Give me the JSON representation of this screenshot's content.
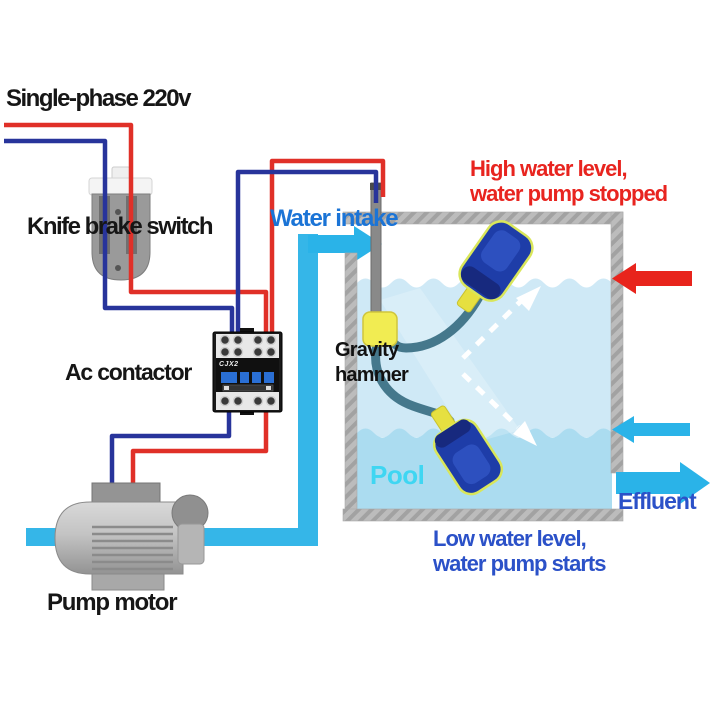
{
  "diagram": {
    "title": "Single-phase 220v",
    "labels": {
      "knife_switch": "Knife brake switch",
      "ac_contactor": "Ac contactor",
      "contactor_model": "CJX2",
      "pump_motor": "Pump motor",
      "water_intake": "Water intake",
      "gravity_hammer_line1": "Gravity",
      "gravity_hammer_line2": "hammer",
      "pool": "Pool",
      "effluent": "Effluent",
      "high_level_line1": "High water level,",
      "high_level_line2": "water pump stopped",
      "low_level_line1": "Low water level,",
      "low_level_line2": "water pump starts"
    },
    "colors": {
      "wire_live_red": "#e03028",
      "wire_neutral_blue": "#28349b",
      "pipe_cyan": "#35b6e8",
      "water_upper": "#cfe9f6",
      "water_lower": "#abdcf0",
      "wall_gray": "#bcbcbc",
      "float_navy": "#1e3da8",
      "float_border": "#d9e65a",
      "float_cable_teal": "#45788c",
      "hammer_yellow": "#f1ec52",
      "text_red": "#e8241f",
      "text_royal_blue": "#2b51c8",
      "text_intake_blue": "#1b74d6",
      "text_pool_cyan": "#3fd6f2",
      "arrow_red": "#e8241c"
    }
  }
}
